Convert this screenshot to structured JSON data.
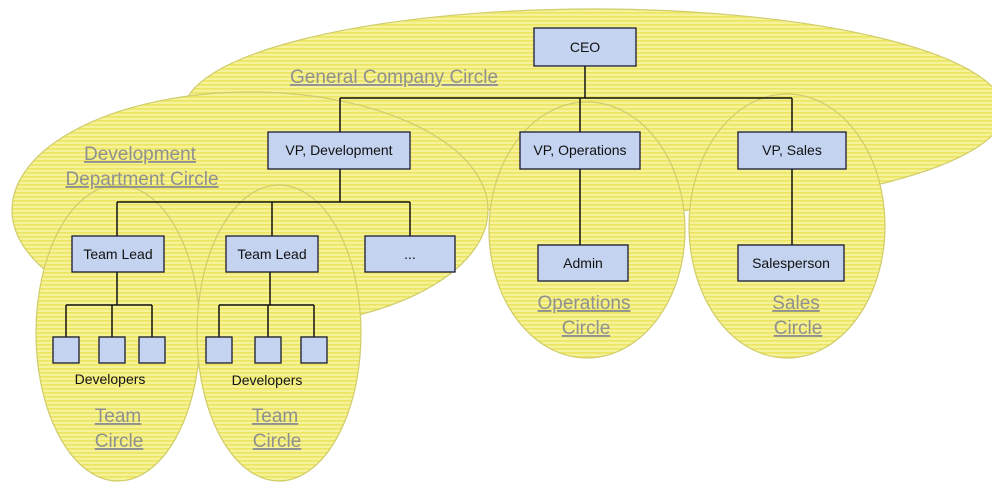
{
  "nodes": {
    "ceo": "CEO",
    "vp_development": "VP, Development",
    "vp_operations": "VP, Operations",
    "vp_sales": "VP, Sales",
    "team_lead_1": "Team Lead",
    "team_lead_2": "Team Lead",
    "more": "...",
    "admin": "Admin",
    "salesperson": "Salesperson",
    "developers_1": "Developers",
    "developers_2": "Developers"
  },
  "circles": {
    "general": "General Company Circle",
    "development": [
      "Development",
      "Department Circle"
    ],
    "operations": [
      "Operations",
      "Circle"
    ],
    "sales": [
      "Sales",
      "Circle"
    ],
    "team_1": [
      "Team",
      "Circle"
    ],
    "team_2": [
      "Team",
      "Circle"
    ]
  },
  "colors": {
    "circle_fill": "#f4f07a",
    "box_fill": "#c4d4f0",
    "label_gray": "#909090"
  }
}
